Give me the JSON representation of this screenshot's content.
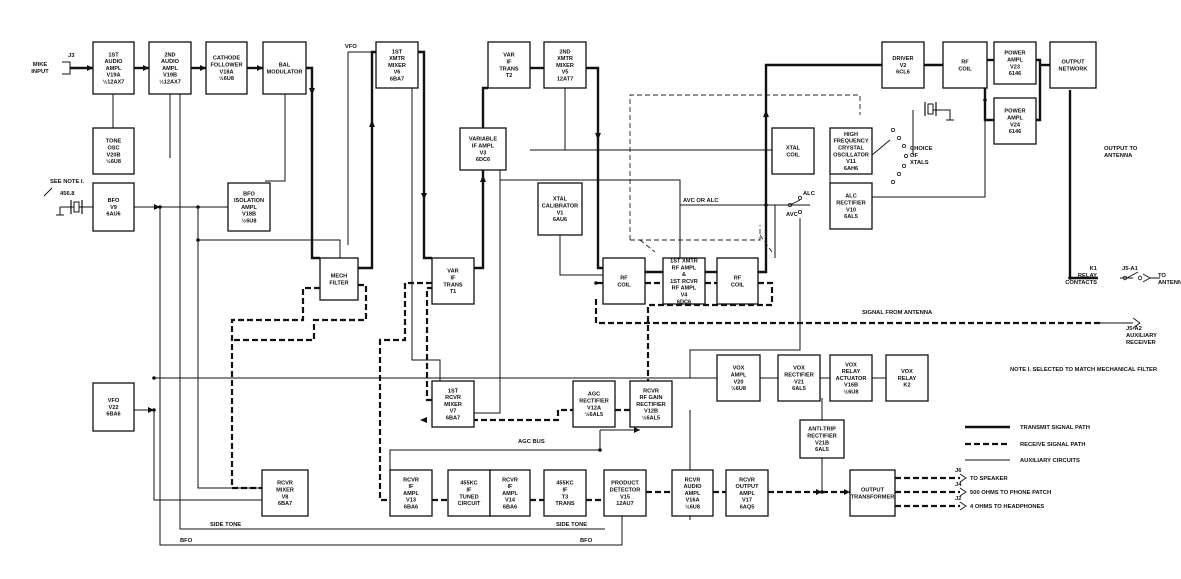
{
  "blocks": {
    "b_aud1": [
      "1ST",
      "AUDIO",
      "AMPL",
      "V19A",
      "½12AX7"
    ],
    "b_aud2": [
      "2ND",
      "AUDIO",
      "AMPL",
      "V19B",
      "½12AX7"
    ],
    "b_cathode": [
      "CATHODE",
      "FOLLOWER",
      "V18A",
      "½6U8"
    ],
    "b_balmod": [
      "BAL",
      "MODULATOR"
    ],
    "b_xmix1": [
      "1ST",
      "XMTR",
      "MIXER",
      "V6",
      "6BA7"
    ],
    "b_vartrans2": [
      "VAR",
      "IF",
      "TRANS",
      "T2"
    ],
    "b_xmix2": [
      "2ND",
      "XMTR",
      "MIXER",
      "V5",
      "12AT7"
    ],
    "b_driver": [
      "DRIVER",
      "V2",
      "6CL6"
    ],
    "b_rfcoil_top": [
      "RF",
      "COIL"
    ],
    "b_pa23": [
      "POWER",
      "AMPL",
      "V23",
      "6146"
    ],
    "b_pa24": [
      "POWER",
      "AMPL",
      "V24",
      "6146"
    ],
    "b_outnet": [
      "OUTPUT",
      "NETWORK"
    ],
    "b_toneosc": [
      "TONE",
      "OSC",
      "V20B",
      "½6U8"
    ],
    "b_varifamp": [
      "VARIABLE",
      "IF AMPL",
      "V3",
      "6DC6"
    ],
    "b_xtalcoil": [
      "XTAL",
      "COIL"
    ],
    "b_hfosc": [
      "HIGH",
      "FREQUENCY",
      "CRYSTAL",
      "OSCILLATOR",
      "V11",
      "6AH6"
    ],
    "b_bfo": [
      "BFO",
      "V9",
      "6AU6"
    ],
    "b_bfoiso": [
      "BFO",
      "ISOLATION",
      "AMPL",
      "V18B",
      "½6U8"
    ],
    "b_xtalcal": [
      "XTAL",
      "CALIBRATOR",
      "V1",
      "6AU6"
    ],
    "b_alcrect": [
      "ALC",
      "RECTIFIER",
      "V10",
      "6AL5"
    ],
    "b_mech": [
      "MECH",
      "FILTER"
    ],
    "b_vartrans1": [
      "VAR",
      "IF",
      "TRANS",
      "T1"
    ],
    "b_rfcoil_l": [
      "RF",
      "COIL"
    ],
    "b_rfamp": [
      "1ST XMTR",
      "RF AMPL",
      "&",
      "1ST RCVR",
      "RF AMPL",
      "V4",
      "6DC6"
    ],
    "b_rfcoil_r": [
      "RF",
      "COIL"
    ],
    "b_vfo": [
      "VFO",
      "V22",
      "6BA6"
    ],
    "b_rmix1": [
      "1ST",
      "RCVR",
      "MIXER",
      "V7",
      "6BA7"
    ],
    "b_agcrect": [
      "AGC",
      "RECTIFIER",
      "V12A",
      "½6AL5"
    ],
    "b_rfgain": [
      "RCVR",
      "RF GAIN",
      "RECTIFIER",
      "V12B",
      "½6AL5"
    ],
    "b_voxamp": [
      "VOX",
      "AMPL",
      "V20",
      "½6U8"
    ],
    "b_voxrect": [
      "VOX",
      "RECTIFIER",
      "V21",
      "6AL5"
    ],
    "b_voxact": [
      "VOX",
      "RELAY",
      "ACTUATOR",
      "V16B",
      "½6U8"
    ],
    "b_voxrelay": [
      "VOX",
      "RELAY",
      "K2"
    ],
    "b_antitrip": [
      "ANTI-TRIP",
      "RECTIFIER",
      "V21B",
      "6AL5"
    ],
    "b_rmix2": [
      "RCVR",
      "MIXER",
      "V8",
      "6BA7"
    ],
    "b_rif1": [
      "RCVR",
      "IF",
      "AMPL",
      "V13",
      "6BA6"
    ],
    "b_455tuned": [
      "455KC",
      "IF",
      "TUNED",
      "CIRCUIT"
    ],
    "b_rif2": [
      "RCVR",
      "IF",
      "AMPL",
      "V14",
      "6BA6"
    ],
    "b_455t3": [
      "455KC",
      "IF",
      "T3",
      "TRANS"
    ],
    "b_prod": [
      "PRODUCT",
      "DETECTOR",
      "V15",
      "12AU7"
    ],
    "b_raud": [
      "RCVR",
      "AUDIO",
      "AMPL",
      "V16A",
      "½6U8"
    ],
    "b_rout": [
      "RCVR",
      "OUTPUT",
      "AMPL",
      "V17",
      "6AQ5"
    ],
    "b_outxfmr": [
      "OUTPUT",
      "TRANSFORMER"
    ]
  },
  "labels": {
    "mike_input": [
      "MIKE",
      "INPUT"
    ],
    "j3": "J3",
    "vfo_line": "VFO",
    "see_note": "SEE NOTE I.",
    "filter_freq": "456.8",
    "choice_xtals": [
      "CHOICE",
      "OF",
      "XTALS"
    ],
    "avc_or_alc": "AVC OR ALC",
    "alc": "ALC",
    "avc": "AVC",
    "output_to_antenna": [
      "OUTPUT TO",
      "ANTENNA"
    ],
    "k1_relay": [
      "K1",
      "RELAY",
      "CONTACTS"
    ],
    "j5_a1": "J5-A1",
    "to_antenna": [
      "TO",
      "ANTENNA"
    ],
    "signal_from_antenna": "SIGNAL FROM ANTENNA",
    "j5_a2": [
      "J5-A2",
      "AUXILIARY",
      "RECEIVER"
    ],
    "note": "NOTE I.    SELECTED TO MATCH MECHANICAL FILTER",
    "agc_bus": "AGC BUS",
    "side_tone_1": "SIDE TONE",
    "side_tone_2": "SIDE TONE",
    "bfo_bottom_1": "BFO",
    "bfo_bottom_2": "BFO",
    "j6": "J6",
    "to_speaker": "TO SPEAKER",
    "j4": "J4",
    "phone_patch": "500 OHMS TO PHONE PATCH",
    "j2": "J2",
    "headphones": "4 OHMS TO HEADPHONES"
  },
  "legend": {
    "transmit": "TRANSMIT SIGNAL PATH",
    "receive": "RECEIVE SIGNAL PATH",
    "auxiliary": "AUXILIARY CIRCUITS"
  }
}
